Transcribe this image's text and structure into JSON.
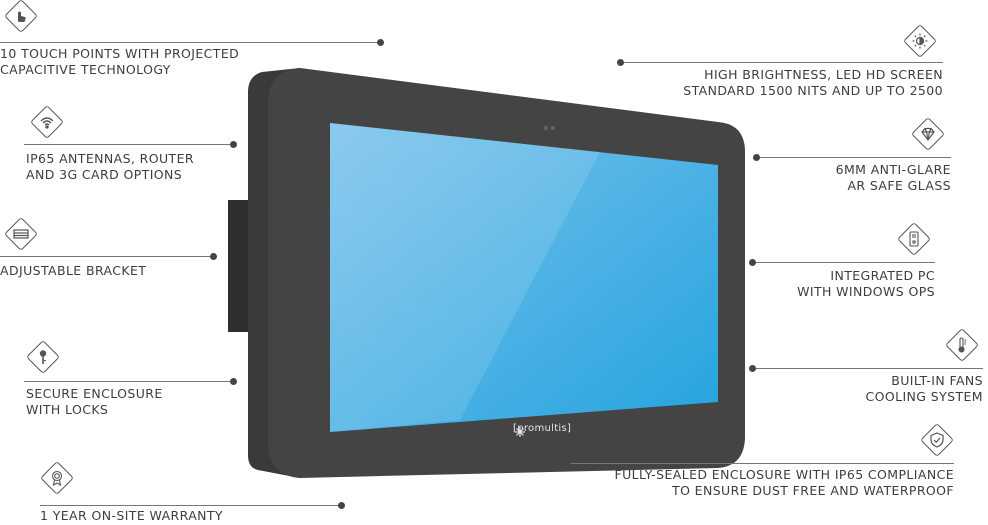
{
  "brand": {
    "logo_text": "[promultis]"
  },
  "features": [
    {
      "id": "touch",
      "lines": [
        "10 TOUCH POINTS WITH PROJECTED",
        "CAPACITIVE TECHNOLOGY"
      ],
      "icon": "touch-hand-icon"
    },
    {
      "id": "antennas",
      "lines": [
        "IP65 ANTENNAS, ROUTER",
        "AND 3G CARD OPTIONS"
      ],
      "icon": "wifi-icon"
    },
    {
      "id": "bracket",
      "lines": [
        "ADJUSTABLE BRACKET"
      ],
      "icon": "bracket-icon"
    },
    {
      "id": "locks",
      "lines": [
        "SECURE ENCLOSURE",
        "WITH LOCKS"
      ],
      "icon": "key-icon"
    },
    {
      "id": "warranty",
      "lines": [
        "1 YEAR ON-SITE WARRANTY"
      ],
      "icon": "warranty-badge-icon"
    },
    {
      "id": "brightness",
      "lines": [
        "HIGH BRIGHTNESS, LED HD SCREEN",
        "STANDARD 1500 NITS AND UP TO 2500"
      ],
      "icon": "brightness-icon"
    },
    {
      "id": "glass",
      "lines": [
        "6MM ANTI-GLARE",
        "AR SAFE GLASS"
      ],
      "icon": "diamond-icon"
    },
    {
      "id": "pc",
      "lines": [
        "INTEGRATED PC",
        "WITH WINDOWS OPS"
      ],
      "icon": "pc-module-icon"
    },
    {
      "id": "fans",
      "lines": [
        "BUILT-IN FANS",
        "COOLING SYSTEM"
      ],
      "icon": "thermometer-icon"
    },
    {
      "id": "sealed",
      "lines": [
        "FULLY-SEALED ENCLOSURE WITH IP65 COMPLIANCE",
        "TO ENSURE DUST FREE AND WATERPROOF"
      ],
      "icon": "shield-check-icon"
    }
  ]
}
